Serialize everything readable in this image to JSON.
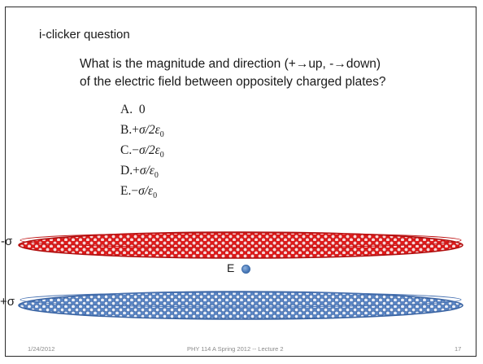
{
  "slide": {
    "title": "i-clicker question",
    "question": {
      "line1_before": "What is the magnitude and direction (+",
      "arrow_up": "→",
      "line1_middle": "up, -",
      "arrow_down": "→",
      "line1_after": "down)",
      "line2": "of the electric field between oppositely charged plates?"
    },
    "options": [
      {
        "letter": "A.",
        "sign": "",
        "expr": "0",
        "sub": ""
      },
      {
        "letter": "B.",
        "sign": "+",
        "expr": "σ/2ε",
        "sub": "0"
      },
      {
        "letter": "C.",
        "sign": "−",
        "expr": "σ/2ε",
        "sub": "0"
      },
      {
        "letter": "D.",
        "sign": "+",
        "expr": "σ/ε",
        "sub": "0"
      },
      {
        "letter": "E.",
        "sign": "−",
        "expr": "σ/ε",
        "sub": "0"
      }
    ],
    "top_plate": {
      "charge_label": "-σ",
      "color": "#e02020"
    },
    "bottom_plate": {
      "charge_label": "+σ",
      "color": "#5b86c5"
    },
    "field_point_label": "E"
  },
  "footer": {
    "date": "1/24/2012",
    "course": "PHY 114 A  Spring 2012 -- Lecture 2",
    "page": "17"
  }
}
